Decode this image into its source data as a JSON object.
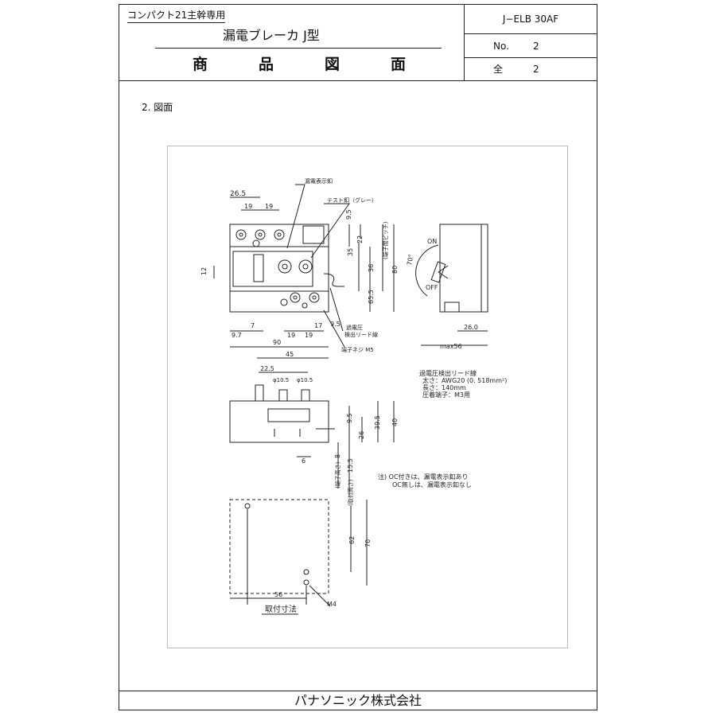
{
  "header": {
    "series_label": "コンパクト21主幹専用",
    "product_name": "漏電ブレーカ J型",
    "doc_title_chars": [
      "商",
      "品",
      "図",
      "面"
    ],
    "model": "J−ELB 30AF",
    "no_label": "No.",
    "no_value": "2",
    "total_label": "全",
    "total_value": "2"
  },
  "section_heading": "2. 図面",
  "drawing": {
    "front_labels": {
      "leak_indicator": "漏電表示釦",
      "test_button": "テスト釦（グレー）",
      "voltage_lead": "過電圧\n検出リード線",
      "terminal_screw": "端子ネジ M5",
      "pitch_note": "(端子間ピッチ)"
    },
    "front_dims": [
      "26.5",
      "19",
      "19",
      "9.5",
      "22",
      "35",
      "36",
      "80",
      "65.5",
      "12",
      "7",
      "9.7",
      "19",
      "19",
      "17",
      "9.5",
      "90"
    ],
    "side_labels": {
      "on": "ON",
      "off": "OFF",
      "angle": "70°",
      "depth": "26.0",
      "max": "max56"
    },
    "lead_spec": [
      "過電圧検出リード線",
      "太さ：AWG20 (0. 518mm²)",
      "長さ：140mm",
      "圧着端子：M3用"
    ],
    "bottom_dims": [
      "45",
      "22.5",
      "φ10.5",
      "φ10.5",
      "9.5",
      "26",
      "39.5",
      "40",
      "6",
      "8",
      "15.5"
    ],
    "bottom_labels": {
      "terminal_height": "(端子高さ)",
      "mount_height": "(取付高さ)"
    },
    "notes": [
      "注) OC付きは、漏電表示釦あり",
      "OC無しは、漏電表示釦なし"
    ],
    "mount_dims": [
      "56",
      "62",
      "70",
      "M4"
    ],
    "mount_caption": "取付寸法"
  },
  "footer": "パナソニック株式会社"
}
